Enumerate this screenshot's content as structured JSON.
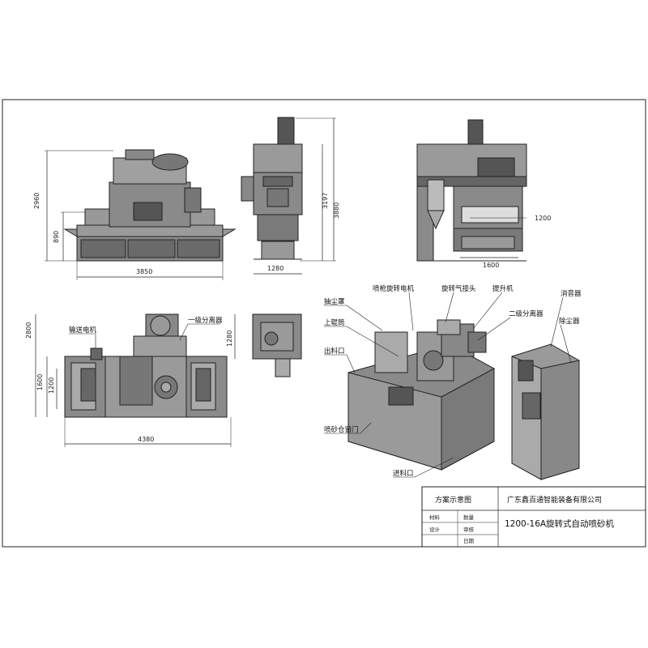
{
  "dimensions": {
    "front_height_total": "2960",
    "front_height_lower": "890",
    "front_width": "3850",
    "side_height_a": "3197",
    "side_height_b": "3880",
    "side_width": "1280",
    "right_width": "1600",
    "right_height": "1200",
    "top_height_total": "2800",
    "top_height_a": "1600",
    "top_height_b": "1200",
    "top_width": "4380",
    "collector_width": "1280"
  },
  "callouts": {
    "conveyor_motor": "输送电机",
    "primary_separator": "一级分离器",
    "dust_hood": "抽尘罩",
    "upper_roller": "上辊筒",
    "outlet": "出料口",
    "gun_rotation_motor": "喷枪旋转电机",
    "rotary_air_joint": "旋转气接头",
    "elevator": "提升机",
    "secondary_separator": "二级分离器",
    "silencer": "消音器",
    "dust_collector": "除尘器",
    "blast_chamber_door": "喷砂仓窗门",
    "inlet": "进料口"
  },
  "title_block": {
    "drawing_name": "方案示意图",
    "company": "广东鑫百通智能装备有限公司",
    "material_label": "材料",
    "design_label": "设计",
    "quantity_label": "数量",
    "review_label": "审核",
    "date_label": "日期",
    "model": "1200-16A旋转式自动喷砂机"
  },
  "colors": {
    "machine_body": "#8a8a8a",
    "machine_dark": "#4a4a4a",
    "line": "#222222"
  }
}
